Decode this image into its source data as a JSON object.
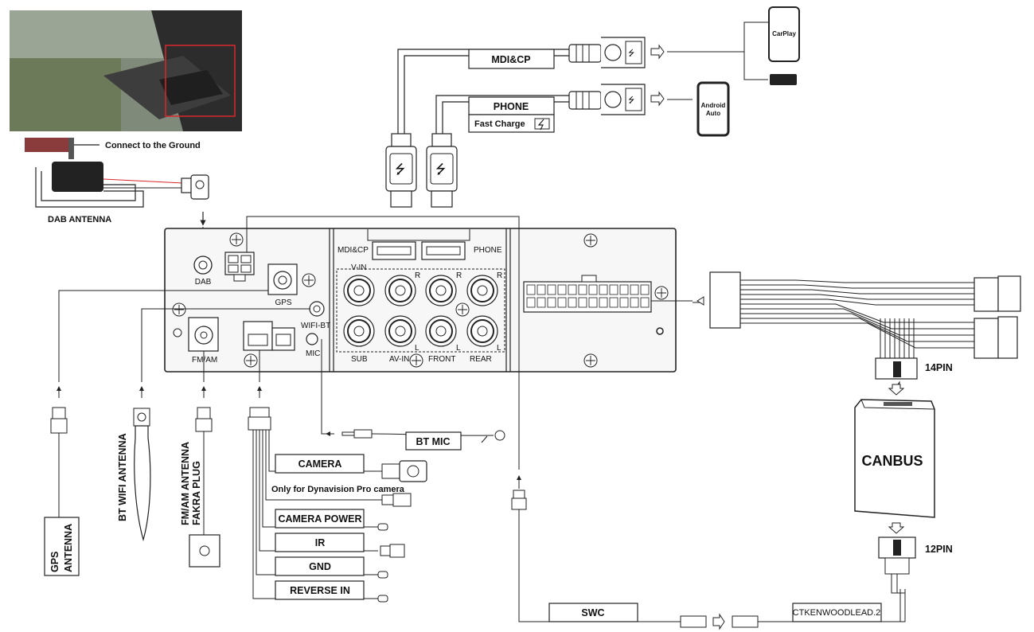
{
  "labels": {
    "ground": "Connect to the Ground",
    "dab_antenna": "DAB ANTENNA",
    "mdi_cp_box": "MDI&CP",
    "phone_box": "PHONE",
    "fast_charge": "Fast Charge",
    "carplay": "CarPlay",
    "android_auto_1": "Android",
    "android_auto_2": "Auto",
    "port_dab": "DAB",
    "port_gps": "GPS",
    "port_fmam": "FM/AM",
    "port_wifibt": "WIFI-BT",
    "port_mic": "MIC",
    "usb_mdicp": "MDI&CP",
    "usb_phone": "PHONE",
    "rca_vin": "V-IN",
    "rca_sub": "SUB",
    "rca_avin": "AV-IN",
    "rca_front": "FRONT",
    "rca_rear": "REAR",
    "rca_r": "R",
    "rca_l": "L",
    "pin14": "14PIN",
    "pin12": "12PIN",
    "canbus": "CANBUS",
    "bt_mic": "BT MIC",
    "camera": "CAMERA",
    "dynavision": "Only for Dynavision Pro camera",
    "camera_power": "CAMERA POWER",
    "ir": "IR",
    "gnd": "GND",
    "reverse_in": "REVERSE IN",
    "swc": "SWC",
    "ctkenwood": "CTKENWOODLEAD.2",
    "gps_antenna_1": "GPS",
    "gps_antenna_2": "ANTENNA",
    "bt_wifi_antenna": "BT WIFI ANTENNA",
    "fmam_antenna_1": "FM/AM ANTENNA",
    "fmam_antenna_2": "FAKRA PLUG"
  },
  "colors": {
    "line": "#222222",
    "cable_fill": "#f2f2f2",
    "unit_fill": "#f7f7f7",
    "highlight": "#d9262c",
    "ground_tab": "#8a3b3b"
  }
}
